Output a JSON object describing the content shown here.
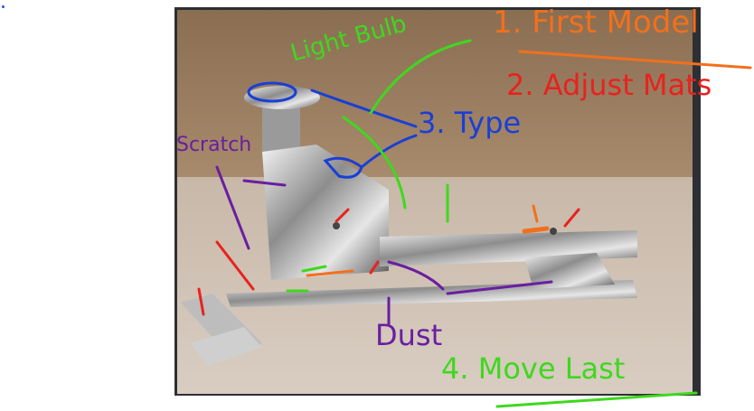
{
  "annotations": {
    "step1": "1. First Model",
    "step2": "2. Adjust Mats",
    "step3": "3. Type",
    "step4": "4. Move Last",
    "light_bulb": "Light Bulb",
    "scratch": "Scratch",
    "dust": "Dust"
  },
  "colors": {
    "orange": "#f2701c",
    "red": "#e8221e",
    "blue": "#1a3fd6",
    "green": "#3fd81e",
    "purple": "#6a1ea0"
  }
}
